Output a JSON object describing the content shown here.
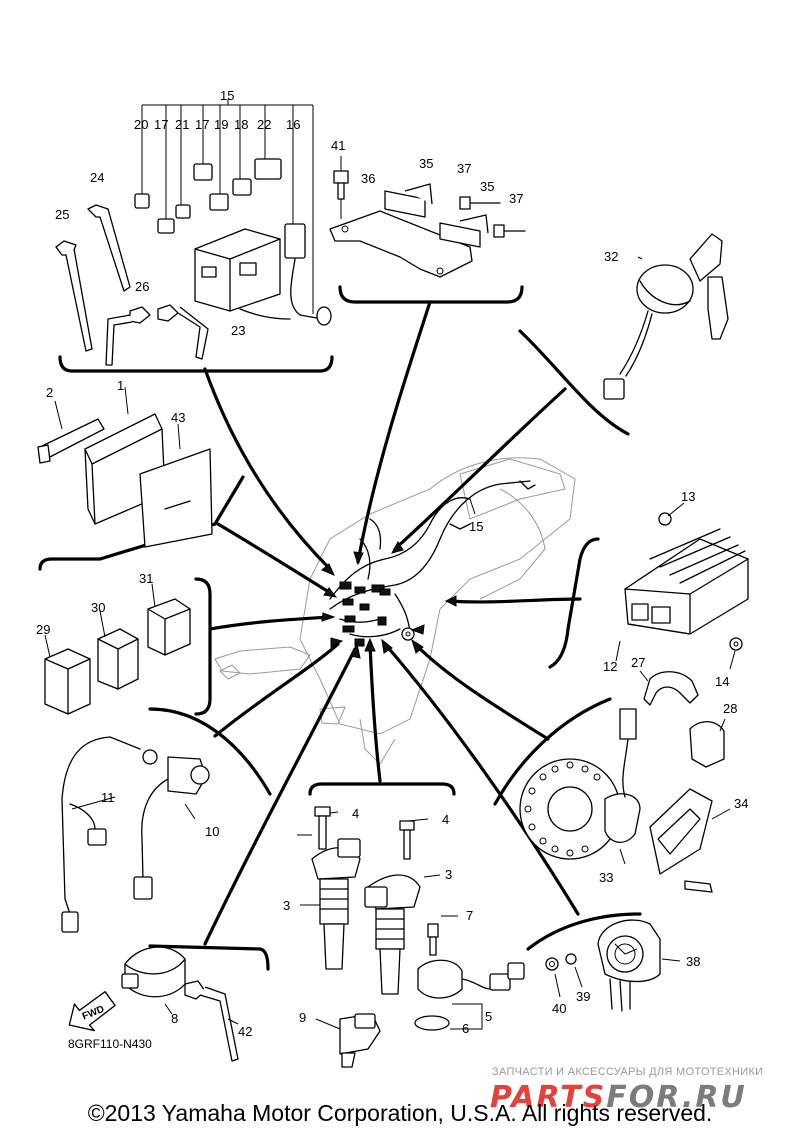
{
  "diagram": {
    "callouts": {
      "c15a": "15",
      "c20": "20",
      "c17a": "17",
      "c21": "21",
      "c17b": "17",
      "c19": "19",
      "c18": "18",
      "c22": "22",
      "c16": "16",
      "c24": "24",
      "c25": "25",
      "c26": "26",
      "c23": "23",
      "c41": "41",
      "c36": "36",
      "c35a": "35",
      "c37a": "37",
      "c35b": "35",
      "c37b": "37",
      "c32": "32",
      "c2": "2",
      "c1": "1",
      "c43": "43",
      "c15b": "15",
      "c13": "13",
      "c12": "12",
      "c14": "14",
      "c27": "27",
      "c28": "28",
      "c31": "31",
      "c30": "30",
      "c29": "29",
      "c11": "11",
      "c10": "10",
      "c4a": "4",
      "c4b": "4",
      "c3a": "3",
      "c3b": "3",
      "c7": "7",
      "c5": "5",
      "c6": "6",
      "c9": "9",
      "c34": "34",
      "c33": "33",
      "c38": "38",
      "c39": "39",
      "c40": "40",
      "c8": "8",
      "c42": "42"
    },
    "fwd_label": "FWD",
    "diagram_code": "8GRF110-N430"
  },
  "watermark": {
    "caption": "ЗАПЧАСТИ И АКСЕССУАРЫ ДЛЯ МОТОТЕХНИКИ",
    "brand_left": "PARTS",
    "brand_right": "FOR.RU",
    "brand_left_color": "#e3413a",
    "brand_right_color": "#7c7c7c"
  },
  "footer": {
    "copyright": "©2013 Yamaha Motor Corporation, U.S.A. All rights reserved."
  }
}
